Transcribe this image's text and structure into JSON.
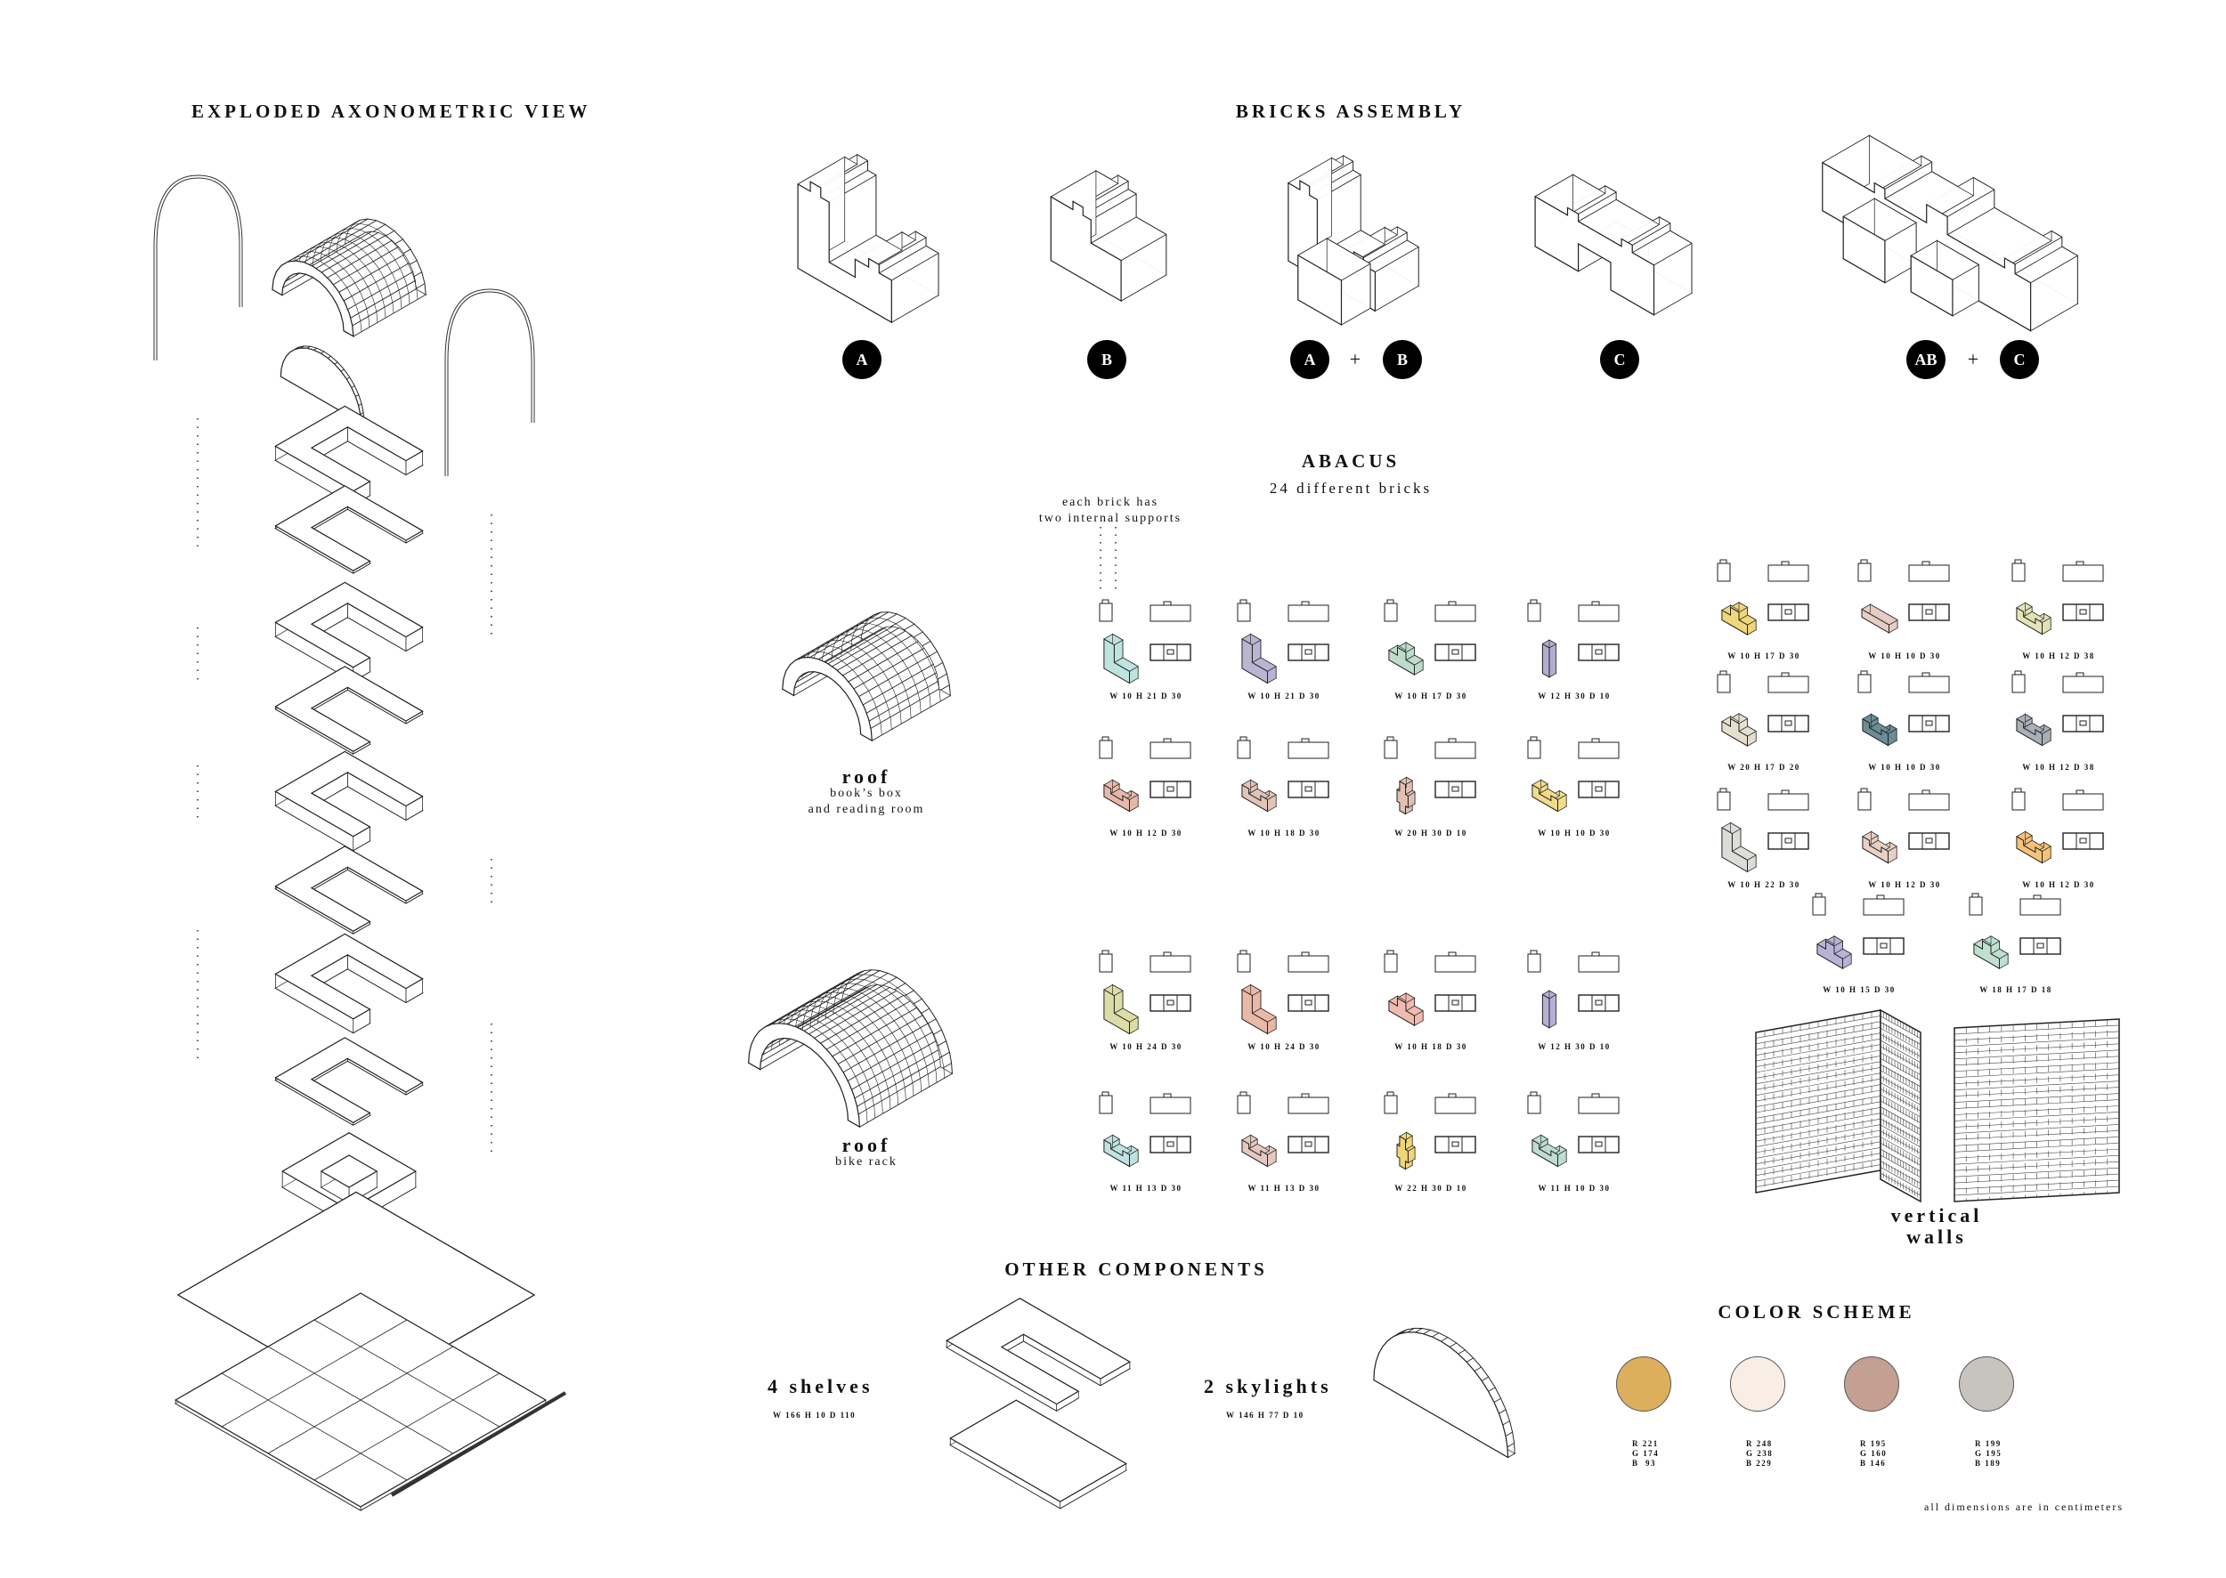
{
  "sections": {
    "exploded": "EXPLODED AXONOMETRIC VIEW",
    "bricks": "BRICKS ASSEMBLY",
    "abacus": "ABACUS",
    "abacus_sub": "24 different bricks",
    "other": "OTHER COMPONENTS",
    "color": "COLOR SCHEME"
  },
  "assembly": [
    {
      "labels": [
        "A"
      ]
    },
    {
      "labels": [
        "B"
      ]
    },
    {
      "labels": [
        "A",
        "B"
      ],
      "op": "+"
    },
    {
      "labels": [
        "C"
      ]
    },
    {
      "labels": [
        "AB",
        "C"
      ],
      "op": "+"
    }
  ],
  "annotation": {
    "line1": "each brick has",
    "line2": "two internal supports"
  },
  "roofs": [
    {
      "title": "roof",
      "line1": "book’s box",
      "line2": "and reading room"
    },
    {
      "title": "roof",
      "line1": "bike rack"
    }
  ],
  "walls": {
    "line1": "vertical",
    "line2": "walls"
  },
  "bricks_left": [
    {
      "dims": "W 10 H 21 D 30",
      "color": "#bfe3df"
    },
    {
      "dims": "W 10 H 21 D 30",
      "color": "#b9b5d2"
    },
    {
      "dims": "W 10 H 17 D 30",
      "color": "#bfdccb"
    },
    {
      "dims": "W 12 H 30 D 10",
      "color": "#b1aed0"
    },
    {
      "dims": "W 10 H 12 D 30",
      "color": "#e6b9aa"
    },
    {
      "dims": "W 10 H 18 D 30",
      "color": "#e2c4b8"
    },
    {
      "dims": "W 20 H 30 D 10",
      "color": "#e3c0b4"
    },
    {
      "dims": "W 10 H 10 D 30",
      "color": "#f1dc8c"
    },
    {
      "dims": "W 10 H 24 D 30",
      "color": "#dcdca6"
    },
    {
      "dims": "W 10 H 24 D 30",
      "color": "#e9b8a8"
    },
    {
      "dims": "W 10 H 18 D 30",
      "color": "#f0bab0"
    },
    {
      "dims": "W 12 H 30 D 10",
      "color": "#b5b0d6"
    },
    {
      "dims": "W 11 H 13 D 30",
      "color": "#bfe3e0"
    },
    {
      "dims": "W 11 H 13 D 30",
      "color": "#e6c8c0"
    },
    {
      "dims": "W 22 H 30 D 10",
      "color": "#f0d67a"
    },
    {
      "dims": "W 11 H 10 D 30",
      "color": "#bfdcd3"
    }
  ],
  "bricks_right": [
    {
      "dims": "W 10 H 17 D 30",
      "color": "#efd77a"
    },
    {
      "dims": "W 10 H 10 D 30",
      "color": "#e7cdc4"
    },
    {
      "dims": "W 10 H 12 D 38",
      "color": "#e3e3b8"
    },
    {
      "dims": "W 20 H 17 D 20",
      "color": "#e6dfd0"
    },
    {
      "dims": "W 10 H 10 D 30",
      "color": "#6b8d96"
    },
    {
      "dims": "W 10 H 12 D 38",
      "color": "#a8b0b8"
    },
    {
      "dims": "W 10 H 22 D 30",
      "color": "#dcdcd8"
    },
    {
      "dims": "W 10 H 12 D 30",
      "color": "#e8d0c4"
    },
    {
      "dims": "W 10 H 12 D 30",
      "color": "#f5c27a"
    },
    {
      "dims": "W 10 H 15 D 30",
      "color": "#b8b3d6"
    },
    {
      "dims": "W 18 H 17 D 18",
      "color": "#bfdfd0"
    }
  ],
  "components": [
    {
      "label": "4 shelves",
      "dims": "W 166 H 10 D 110"
    },
    {
      "label": "2 skylights",
      "dims": "W 146 H 77 D 10"
    }
  ],
  "palette": [
    {
      "hex": "#ddae5d",
      "r": "R 221",
      "g": "G 174",
      "b": "B  93"
    },
    {
      "hex": "#f8eee5",
      "r": "R 248",
      "g": "G 238",
      "b": "B 229"
    },
    {
      "hex": "#c3a092",
      "r": "R 195",
      "g": "G 160",
      "b": "B 146"
    },
    {
      "hex": "#c7c3bd",
      "r": "R 199",
      "g": "G 195",
      "b": "B 189"
    }
  ],
  "footnote": "all dimensions are in centimeters"
}
